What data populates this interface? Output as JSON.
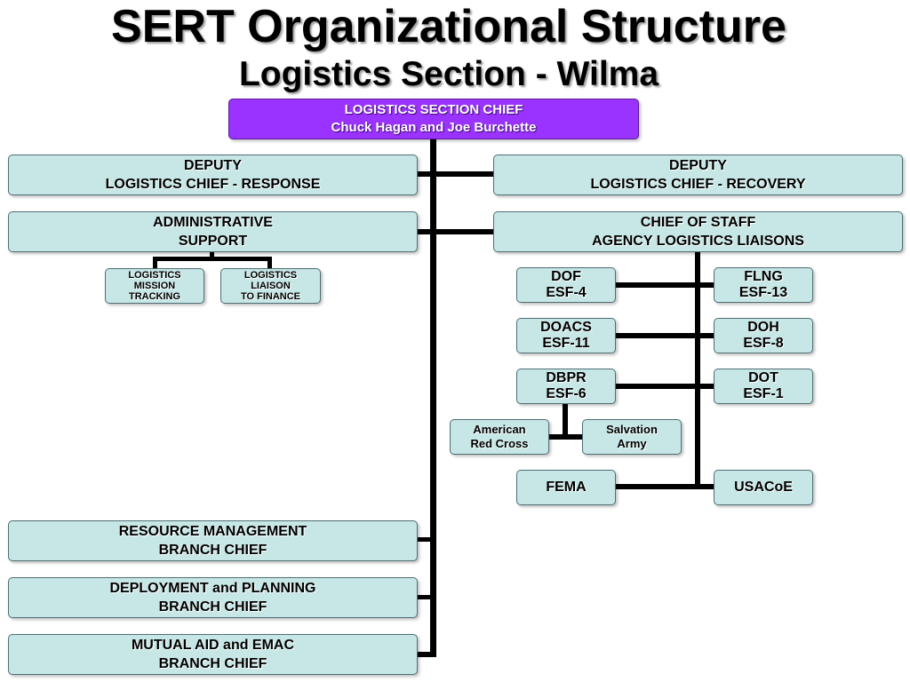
{
  "title": "SERT Organizational Structure",
  "subtitle": "Logistics Section - Wilma",
  "chief": {
    "line1": "LOGISTICS  SECTION  CHIEF",
    "line2": "Chuck Hagan and Joe Burchette"
  },
  "left": {
    "deputy_response": {
      "line1": "DEPUTY",
      "line2": "LOGISTICS CHIEF  -  RESPONSE"
    },
    "admin_support": {
      "line1": "ADMINISTRATIVE",
      "line2": "SUPPORT"
    },
    "mission_tracking": {
      "line1": "LOGISTICS",
      "line2": "MISSION",
      "line3": "TRACKING"
    },
    "liaison_finance": {
      "line1": "LOGISTICS",
      "line2": "LIAISON",
      "line3": "TO FINANCE"
    },
    "resource_mgmt": {
      "line1": "RESOURCE MANAGEMENT",
      "line2": "BRANCH  CHIEF"
    },
    "deployment": {
      "line1": "DEPLOYMENT and PLANNING",
      "line2": "BRANCH  CHIEF"
    },
    "mutual_aid": {
      "line1": "MUTUAL AID and EMAC",
      "line2": "BRANCH CHIEF"
    }
  },
  "right": {
    "deputy_recovery": {
      "line1": "DEPUTY",
      "line2": "LOGISTICS CHIEF  -  RECOVERY"
    },
    "chief_of_staff": {
      "line1": "CHIEF OF STAFF",
      "line2": "AGENCY  LOGISTICS  LIAISONS"
    },
    "dof": {
      "line1": "DOF",
      "line2": "ESF-4"
    },
    "flng": {
      "line1": "FLNG",
      "line2": "ESF-13"
    },
    "doacs": {
      "line1": "DOACS",
      "line2": "ESF-11"
    },
    "doh": {
      "line1": "DOH",
      "line2": "ESF-8"
    },
    "dbpr": {
      "line1": "DBPR",
      "line2": "ESF-6"
    },
    "dot": {
      "line1": "DOT",
      "line2": "ESF-1"
    },
    "red_cross": {
      "line1": "American",
      "line2": "Red  Cross"
    },
    "salvation_army": {
      "line1": "Salvation",
      "line2": "Army"
    },
    "fema": {
      "line1": "FEMA"
    },
    "usacoe": {
      "line1": "USACoE"
    }
  },
  "colors": {
    "box_fill": "#c7e6e6",
    "chief_fill": "#9a33ff",
    "connector": "#000000"
  }
}
